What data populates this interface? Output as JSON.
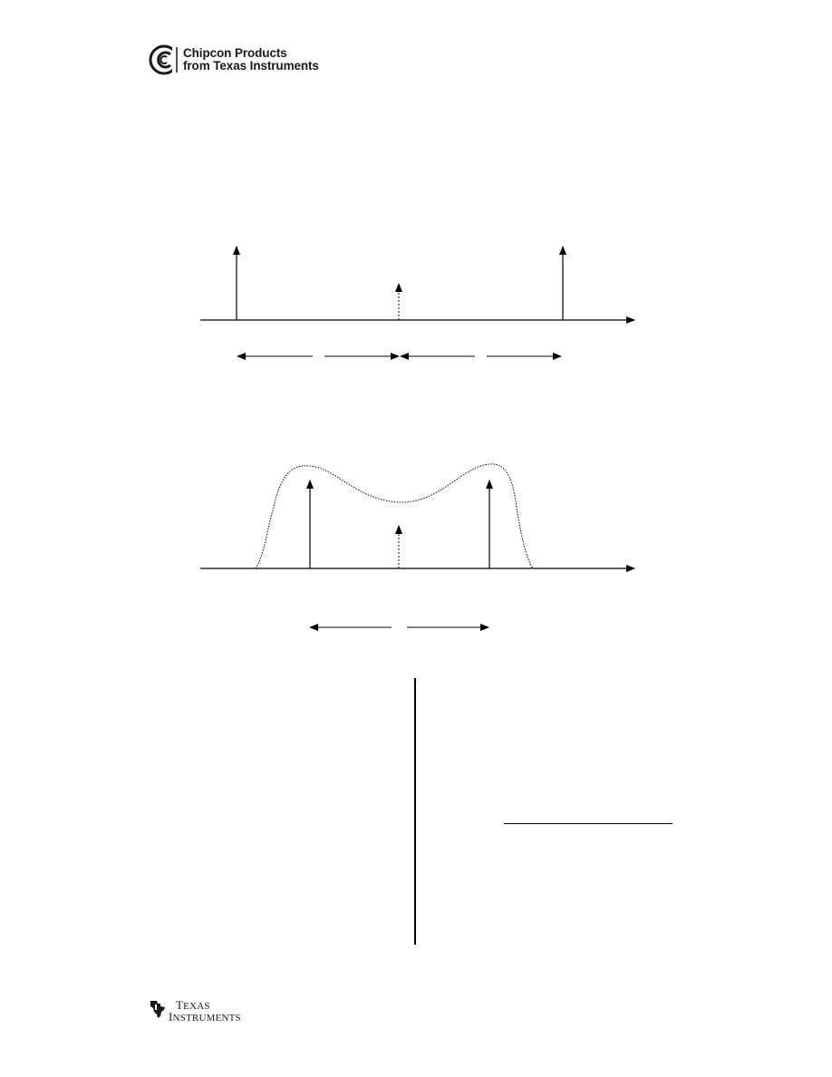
{
  "header": {
    "logo_icon": "chipcon-cc-logo-icon",
    "line1": "Chipcon Products",
    "line2": "from Texas Instruments"
  },
  "footer": {
    "logo_icon": "texas-instruments-logo-icon",
    "line1": "Texas",
    "line2": "Instruments"
  }
}
